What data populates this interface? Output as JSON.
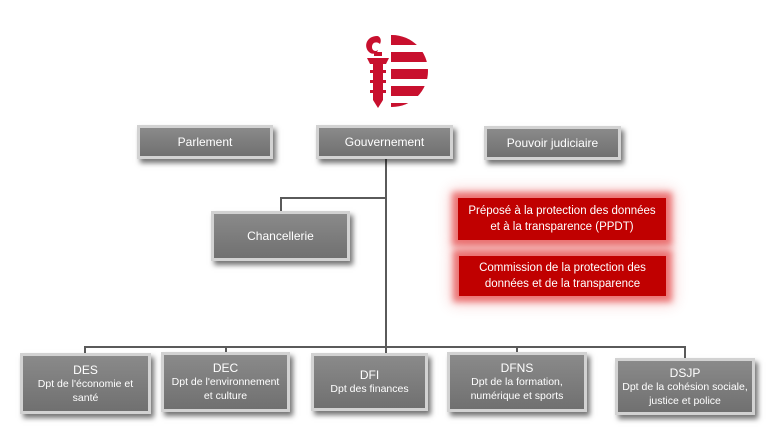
{
  "logo": {
    "name": "Jura coat of arms",
    "colors": [
      "#c8102e",
      "#ffffff"
    ]
  },
  "top_row": {
    "parlement": "Parlement",
    "gouvernement": "Gouvernement",
    "pouvoir_judiciaire": "Pouvoir judiciaire"
  },
  "chancellerie": "Chancellerie",
  "highlighted": {
    "ppdt": {
      "line1": "Préposé à la protection des données",
      "line2": "et à la transparence (PPDT)"
    },
    "commission": {
      "line1": "Commission de la protection des",
      "line2": "données et de la transparence"
    },
    "color": "#c00000"
  },
  "departments": [
    {
      "abbr": "DES",
      "line1": "Dpt de l'économie et",
      "line2": "santé"
    },
    {
      "abbr": "DEC",
      "line1": "Dpt de l'environnement",
      "line2": "et culture"
    },
    {
      "abbr": "DFI",
      "line1": "Dpt des finances",
      "line2": ""
    },
    {
      "abbr": "DFNS",
      "line1": "Dpt de la formation,",
      "line2": "numérique et sports"
    },
    {
      "abbr": "DSJP",
      "line1": "Dpt de la cohésion sociale,",
      "line2": "justice et police"
    }
  ],
  "colors": {
    "box_fill": "#7d7d7d",
    "box_border": "#d2d2d2",
    "connector": "#5a5a5a"
  }
}
